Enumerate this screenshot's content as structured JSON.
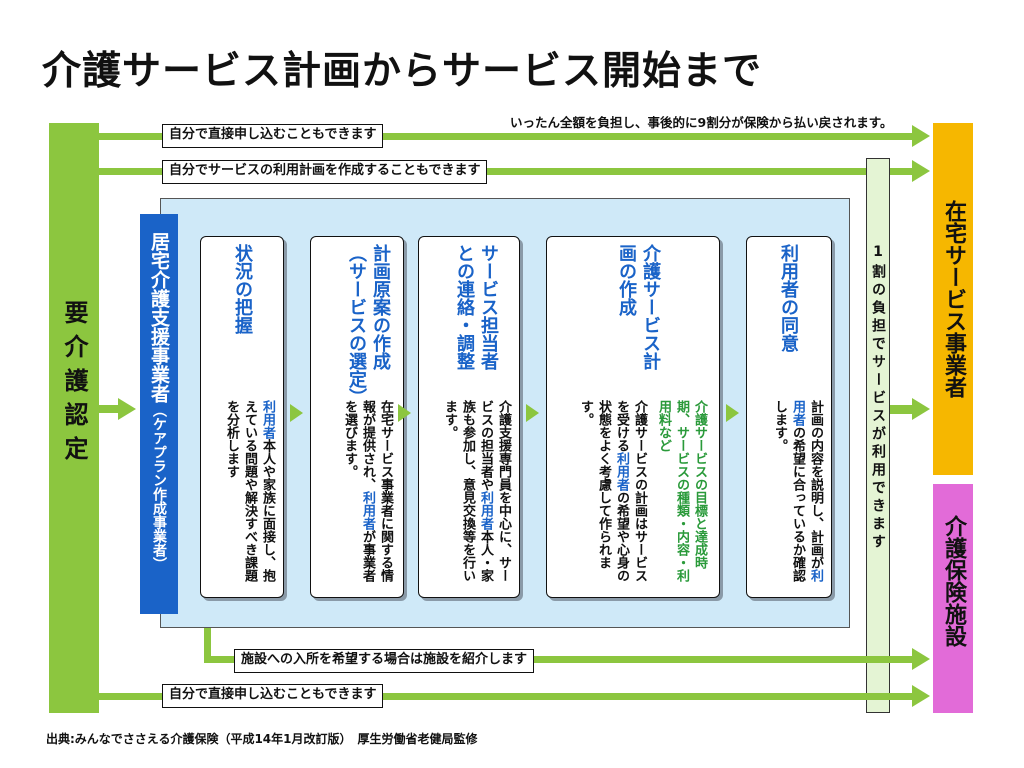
{
  "title": "介護サービス計画からサービス開始まで",
  "top_note": "いったん全額を負担し、事後的に9割分が保険から払い戻されます。",
  "left_box": "要介護認定",
  "labels": {
    "direct_top": "自分で直接申し込むこともできます",
    "self_plan": "自分でサービスの利用計画を作成することもできます",
    "facility": "施設への入所を希望する場合は施設を紹介します",
    "direct_bottom": "自分で直接申し込むこともできます"
  },
  "care_manager": {
    "name": "居宅介護支援事業者",
    "sub": "（ケアプラン作成事業者）"
  },
  "steps": [
    {
      "title": "状況の把握",
      "body_hl": "利用者",
      "body": "本人や家族に面接し、抱えている問題や解決すべき課題を分析します"
    },
    {
      "title": "計画原案の作成（サービスの選定）",
      "body": "在宅サービス事業者に関する情報が提供され、",
      "body_hl": "利用者",
      "body_end": "が事業者を選びます。"
    },
    {
      "title": "サービス担当者との連絡・調整",
      "body_a": "介護支援専門員を中心に、サービスの担当者や",
      "body_hl": "利用者",
      "body_b": "本人・家族も参加し、意見交換等を行います。"
    },
    {
      "title": "介護サービス計画の作成",
      "green": "介護サービスの目標と達成時期、サービスの種類・内容・利用料など",
      "body_a": "介護サービスの計画はサービスを受ける",
      "body_hl": "利用者",
      "body_b": "の希望や心身の状態をよく考慮して作られます。"
    },
    {
      "title": "利用者の同意",
      "body_a": "計画の内容を説明し、計画が",
      "body_hl": "利用者",
      "body_b": "の希望に合っているか確認します。"
    }
  ],
  "copay": "1割の負担でサービスが利用できます",
  "provider": "在宅サービス事業者",
  "facility_box": "介護保険施設",
  "source": "出典:みんなでささえる介護保険（平成14年1月改訂版）　厚生労働省老健局監修",
  "colors": {
    "green": "#8cc63f",
    "blue": "#1a63c8",
    "yellow": "#f6b700",
    "pink": "#e26bd8",
    "light_blue": "#cfe9f8"
  }
}
